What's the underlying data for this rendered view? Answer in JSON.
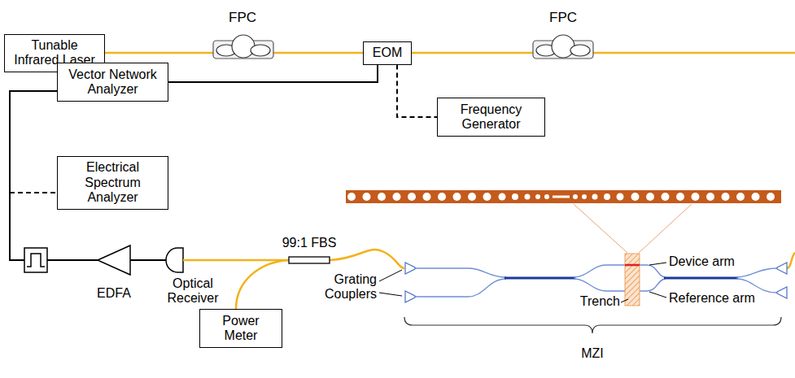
{
  "diagram": {
    "nodes": [
      {
        "text": [
          "Tunable Infrared Laser"
        ]
      },
      {
        "text": [
          "EOM"
        ]
      },
      {
        "text": [
          "Vector Network Analyzer"
        ]
      },
      {
        "text": [
          "Frequency Generator"
        ]
      },
      {
        "text": [
          "Electrical Spectrum Analyzer"
        ]
      },
      {
        "text": [
          "Power Meter"
        ]
      }
    ],
    "edges": [
      {
        "from": 0,
        "to": 1,
        "arrow": "none"
      },
      {
        "from": 1,
        "to": 2,
        "arrow": "none"
      },
      {
        "from": 1,
        "to": 3,
        "arrow": "none"
      }
    ],
    "labels": [
      "FPC",
      "FPC",
      "EDFA",
      "Optical Receiver",
      "99:1 FBS",
      "Grating Couplers",
      "Device arm",
      "Trench",
      "Reference arm",
      "MZI"
    ]
  }
}
